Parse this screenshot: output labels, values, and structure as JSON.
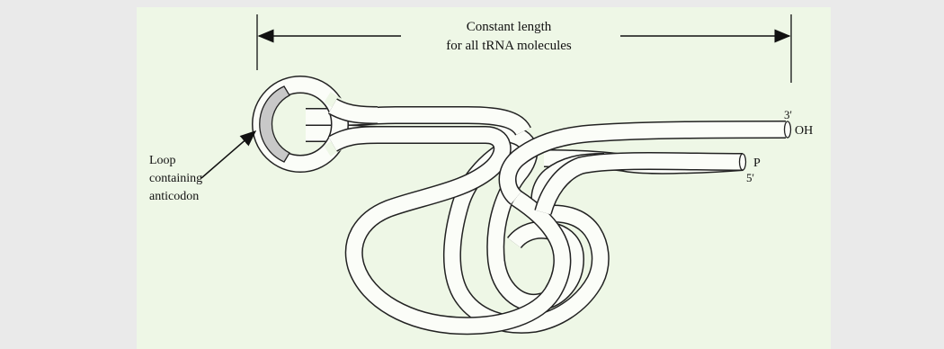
{
  "figure": {
    "dimension_label": {
      "line1": "Constant length",
      "line2": "for all tRNA molecules"
    },
    "loop_label": {
      "line1": "Loop",
      "line2": "containing",
      "line3": "anticodon"
    },
    "end_3_prime": "3'",
    "end_3_group": "OH",
    "end_5_prime": "5'",
    "end_5_group": "P",
    "anticodon_fill": "#c8c8c8",
    "background": "#eef7e6",
    "stroke": "#222222"
  }
}
